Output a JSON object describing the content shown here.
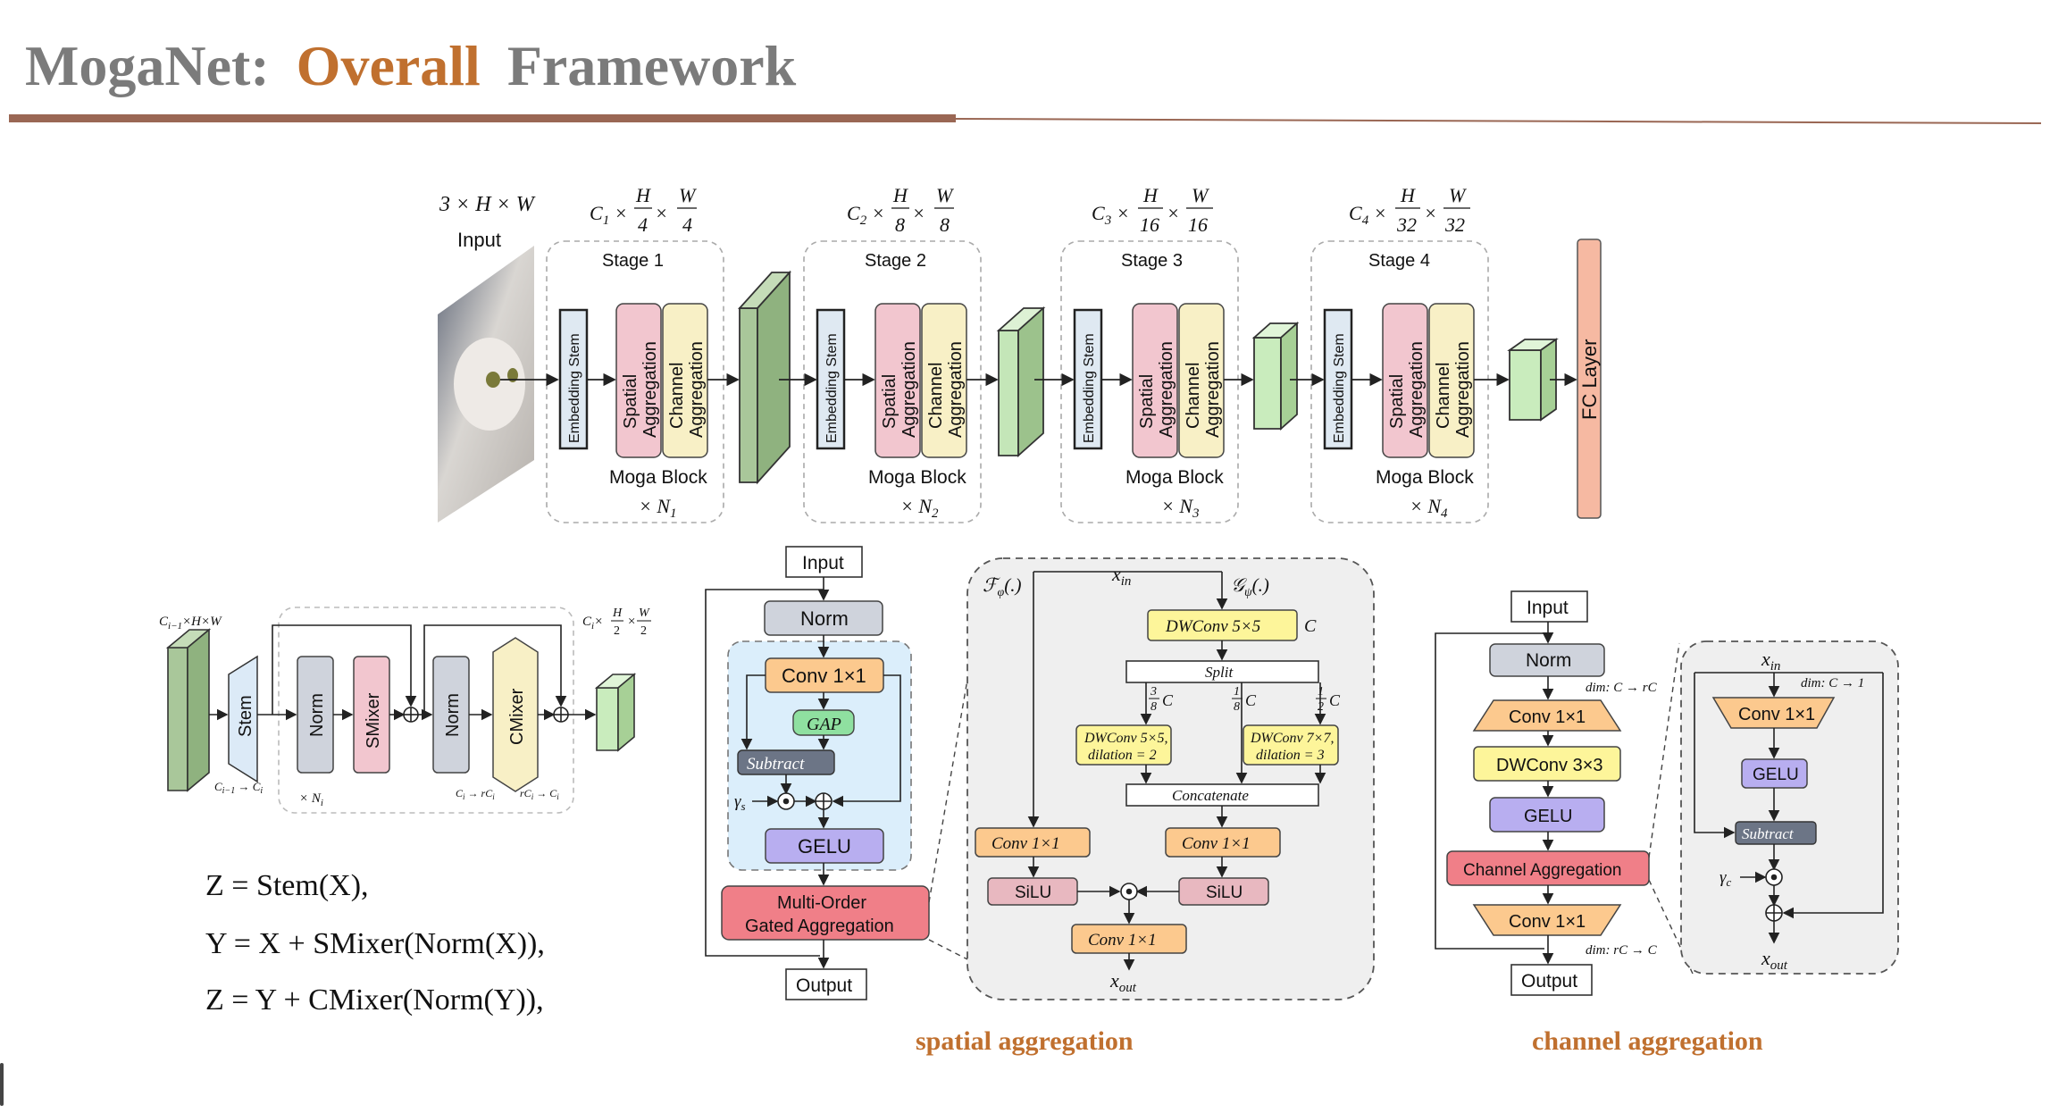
{
  "title": {
    "part1": "MogaNet:",
    "part2": "Overall",
    "part3": "Framework"
  },
  "colors": {
    "title_gray": "#7b7b7b",
    "title_orange": "#c0702f",
    "rule_brown": "#9a6754"
  },
  "top": {
    "input_dims": "3 × H × W",
    "input_label": "Input",
    "stages": [
      {
        "label": "Stage 1",
        "dims": "C1 × H/4 × W/4",
        "block": "Moga Block",
        "repeat": "× N1"
      },
      {
        "label": "Stage 2",
        "dims": "C2 × H/8 × W/8",
        "block": "Moga Block",
        "repeat": "× N2"
      },
      {
        "label": "Stage 3",
        "dims": "C3 × H/16 × W/16",
        "block": "Moga Block",
        "repeat": "× N3"
      },
      {
        "label": "Stage 4",
        "dims": "C4 × H/32 × W/32",
        "block": "Moga Block",
        "repeat": "× N4"
      }
    ],
    "embedding_stem": "Embedding Stem",
    "spatial": [
      "Spatial",
      "Aggregation"
    ],
    "channel": [
      "Channel",
      "Aggregation"
    ],
    "fc": "FC  Layer"
  },
  "left": {
    "in_dims": "Ci−1×H×W",
    "out_dims": "Ci×H/2×W/2",
    "stem": "Stem",
    "norm1": "Norm",
    "smixer": "SMixer",
    "norm2": "Norm",
    "cmixer": "CMixer",
    "stem_sub": "Ci−1 → Ci",
    "repeat": "× Ni",
    "c_sub1": "Ci → rCi",
    "c_sub2": "rCi → Ci",
    "eq1": "Z = Stem(X),",
    "eq2": "Y = X + SMixer(Norm(X)),",
    "eq3": "Z = Y + CMixer(Norm(Y)),"
  },
  "spatial_block": {
    "input": "Input",
    "norm": "Norm",
    "conv": "Conv 1×1",
    "gap": "GAP",
    "subtract": "Subtract",
    "gamma": "γs",
    "gelu": "GELU",
    "moga": [
      "Multi-Order",
      "Gated Aggregation"
    ],
    "output": "Output"
  },
  "moga_detail": {
    "xin": "xin",
    "f_phi": "Fφ(.)",
    "g_psi": "Gψ(.)",
    "dwconv55": "DWConv 5×5",
    "c": "C",
    "split": "Split",
    "frac1": "3/8 C",
    "frac2": "1/8 C",
    "frac3": "1/2 C",
    "dw_a": [
      "DWConv 5×5,",
      "dilation = 2"
    ],
    "dw_b": [
      "DWConv 7×7,",
      "dilation = 3"
    ],
    "concat": "Concatenate",
    "conv_l": "Conv 1×1",
    "conv_r": "Conv 1×1",
    "silu_l": "SiLU",
    "silu_r": "SiLU",
    "conv_out": "Conv 1×1",
    "xout": "xout"
  },
  "channel_block": {
    "input": "Input",
    "norm": "Norm",
    "conv1": "Conv 1×1",
    "dwconv": "DWConv 3×3",
    "gelu": "GELU",
    "ca": "Channel Aggregation",
    "conv2": "Conv 1×1",
    "output": "Output",
    "dim1": "dim: C → rC",
    "dim2": "dim: rC → C"
  },
  "ca_detail": {
    "xin": "xin",
    "dim": "dim: C → 1",
    "conv": "Conv 1×1",
    "gelu": "GELU",
    "subtract": "Subtract",
    "gamma": "γc",
    "xout": "xout"
  },
  "captions": {
    "spatial": "spatial aggregation",
    "channel": "channel aggregation"
  }
}
